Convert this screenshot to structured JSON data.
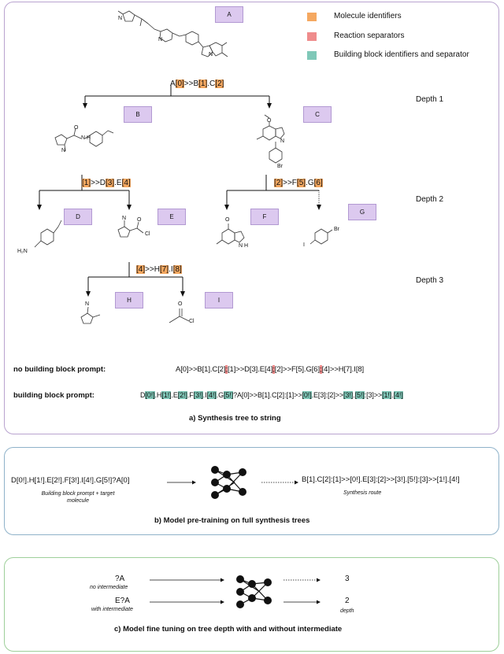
{
  "nodes": {
    "A": "A",
    "B": "B",
    "C": "C",
    "D": "D",
    "E": "E",
    "F": "F",
    "G": "G",
    "H": "H",
    "I": "I"
  },
  "legend": {
    "molecule": "Molecule identifiers",
    "reaction": "Reaction separators",
    "building": "Building block identifiers and separator",
    "colors": {
      "molecule": "#f5a860",
      "reaction": "#ef8c8c",
      "building": "#7fc8b8",
      "node": "#dcc9ef"
    }
  },
  "depths": {
    "d1": "Depth 1",
    "d2": "Depth 2",
    "d3": "Depth 3"
  },
  "reactions": {
    "r1": [
      "A",
      "[0]",
      ">>B",
      "[1]",
      ".C",
      "[2]"
    ],
    "r2": [
      "[1]",
      ">>D",
      "[3]",
      ".E",
      "[4]"
    ],
    "r3": [
      "[2]",
      ">>F",
      "[5]",
      ".G",
      "[6]"
    ],
    "r4": [
      "[4]",
      ">>H",
      "[7]",
      ".I",
      "[8]"
    ]
  },
  "atoms": {
    "N": "N",
    "O": "O",
    "Cl": "Cl",
    "Br": "Br",
    "I": "I",
    "H2N": "H₂N",
    "NH": "N H"
  },
  "strings": {
    "no_bb_label": "no building block prompt:",
    "no_bb": [
      "A[0]>>B[1].C[2]",
      ";",
      "[1]>>D[3].E[4]",
      ";",
      "[2]>>F[5].G[6]",
      ";",
      "[4]>>H[7].I[8]"
    ],
    "bb_label": "building block prompt:",
    "bb": [
      "D",
      "[0!]",
      ".H",
      "[1!]",
      ".E",
      "[2!]",
      ".F",
      "[3!]",
      ".I",
      "[4!]",
      ".G",
      "[5!]",
      "?A[0]>>B[1].C[2]:[1]>>",
      "[0!]",
      ".E[3]:[2]>>",
      "[3!]",
      ".",
      "[5!]",
      ":[3]>>",
      "[1!]",
      ".",
      "[4!]"
    ]
  },
  "captions": {
    "a": "a) Synthesis tree to string",
    "b": "b) Model pre-training on full synthesis trees",
    "c": "c) Model fine tuning on tree depth with and without intermediate"
  },
  "pretrain": {
    "input": "D[0!].H[1!].E[2!].F[3!].I[4!].G[5!]?A[0]",
    "input_caption": "Building block prompt + target molecule",
    "output": "B[1].C[2]:[1]>>[0!].E[3]:[2]>>[3!].[5!]:[3]>>[1!].[4!]",
    "output_caption": "Synthesis route"
  },
  "finetune": {
    "q1": "?A",
    "q1_caption": "no intermediate",
    "a1": "3",
    "q2": "E?A",
    "q2_caption": "with intermediate",
    "a2": "2",
    "a_caption": "depth"
  }
}
